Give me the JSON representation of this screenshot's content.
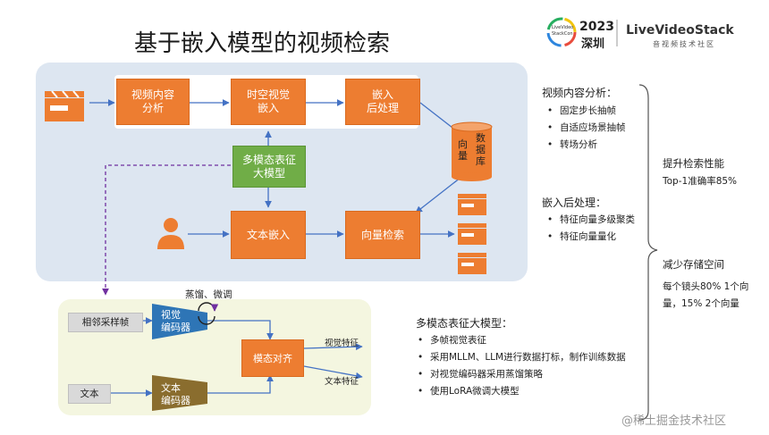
{
  "header": {
    "title": "基于嵌入模型的视频检索",
    "event_logo_line1": "LiveVideo",
    "event_logo_line2": "StackCon",
    "event_year": "2023",
    "event_city": "深圳",
    "brand_name": "LiveVideoStack",
    "brand_sub": "音视频技术社区"
  },
  "pipeline": {
    "video_analysis": "视频内容\n分析",
    "spatiotemporal_embed": "时空视觉\n嵌入",
    "post_embed": "嵌入\n后处理",
    "multimodal_model": "多模态表征\n大模型",
    "text_embed": "文本嵌入",
    "vector_search": "向量检索",
    "vector_db_a": "向\n量",
    "vector_db_b": "数\n据\n库"
  },
  "training": {
    "distill_label": "蒸馏、微调",
    "frame_sampling": "相邻采样帧",
    "visual_encoder": "视觉\n编码器",
    "text_input": "文本",
    "text_encoder": "文本\n编码器",
    "modal_align": "模态对齐",
    "visual_feature": "视觉特征",
    "text_feature": "文本特征"
  },
  "right_panel": {
    "analysis_title": "视频内容分析：",
    "analysis_items": [
      "固定步长抽帧",
      "自适应场景抽帧",
      "转场分析"
    ],
    "post_title": "嵌入后处理：",
    "post_items": [
      "特征向量多级聚类",
      "特征向量量化"
    ],
    "perf_title": "提升检索性能",
    "perf_value": "Top-1准确率85%",
    "storage_title": "减少存储空间",
    "storage_line1": "每个镜头80% 1个向",
    "storage_line2": "量，15% 2个向量"
  },
  "model_panel": {
    "title": "多模态表征大模型：",
    "items": [
      "多帧视觉表征",
      "采用MLLM、LLM进行数据打标，制作训练数据",
      "对视觉编码器采用蒸馏策略",
      "使用LoRA微调大模型"
    ]
  },
  "watermark": "@稀土掘金技术社区",
  "colors": {
    "orange": "#ed7d31",
    "green": "#70ad47",
    "arrow": "#4472c4",
    "dashed": "#7030a0",
    "panel": "#dde6f1",
    "training_panel": "#f4f6e0"
  }
}
